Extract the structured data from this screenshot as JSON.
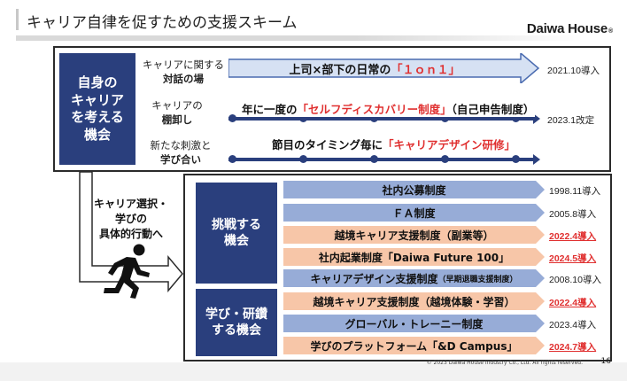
{
  "title": "キャリア自律を促すための支援スキーム",
  "logo": {
    "text": "Daiwa House",
    "mark": "®"
  },
  "self": {
    "label": "自身の\nキャリア\nを考える\n機会",
    "rows": [
      {
        "label_line1": "キャリアに関する",
        "label_line2": "対話の場",
        "text_before": "上司×部下の日常の",
        "text_highlight": "「１ｏｎ１」",
        "text_after": "",
        "date": "2021.10導入"
      },
      {
        "label_line1": "キャリアの",
        "label_line2": "棚卸し",
        "text_before": "年に一度の",
        "text_highlight": "「セルフディスカバリー制度」",
        "text_after": "（自己申告制度）",
        "date": "2023.1改定"
      },
      {
        "label_line1": "新たな刺激と",
        "label_line2": "学び合い",
        "text_before": "節目のタイミング毎に",
        "text_highlight": "「キャリアデザイン研修」",
        "text_after": "",
        "date": ""
      }
    ]
  },
  "connector_text": "キャリア選択・\n学びの\n具体的行動へ",
  "challenge": {
    "label": "挑戦する\n機会",
    "programs": [
      {
        "text": "社内公募制度",
        "date": "1998.11導入",
        "color": "blue",
        "highlight": false
      },
      {
        "text": "ＦＡ制度",
        "date": "2005.8導入",
        "color": "blue",
        "highlight": false
      },
      {
        "text": "越境キャリア支援制度（副業等）",
        "date": "2022.4導入",
        "color": "peach",
        "highlight": true
      },
      {
        "text": "社内起業制度「Daiwa Future 100」",
        "date": "2024.5導入",
        "color": "peach",
        "highlight": true
      },
      {
        "text": "キャリアデザイン支援制度",
        "sub": "（早期退職支援制度）",
        "date": "2008.10導入",
        "color": "blue",
        "highlight": false
      }
    ]
  },
  "learning": {
    "label": "学び・研鑽\nする機会",
    "programs": [
      {
        "text": "越境キャリア支援制度（越境体験・学習）",
        "date": "2022.4導入",
        "color": "peach",
        "highlight": true
      },
      {
        "text": "グローバル・トレーニー制度",
        "date": "2023.4導入",
        "color": "blue",
        "highlight": false
      },
      {
        "text": "学びのプラットフォーム「&D Campus」",
        "date": "2024.7導入",
        "color": "peach",
        "highlight": true
      }
    ]
  },
  "footer": {
    "copyright": "© 2023 Daiwa House Industry Co., Ltd. All rights reserved.",
    "page": "16"
  },
  "colors": {
    "navy": "#2a3f7d",
    "arrow_blue": "#97acd7",
    "peach": "#f7c6a8",
    "highlight_red": "#e03030"
  }
}
